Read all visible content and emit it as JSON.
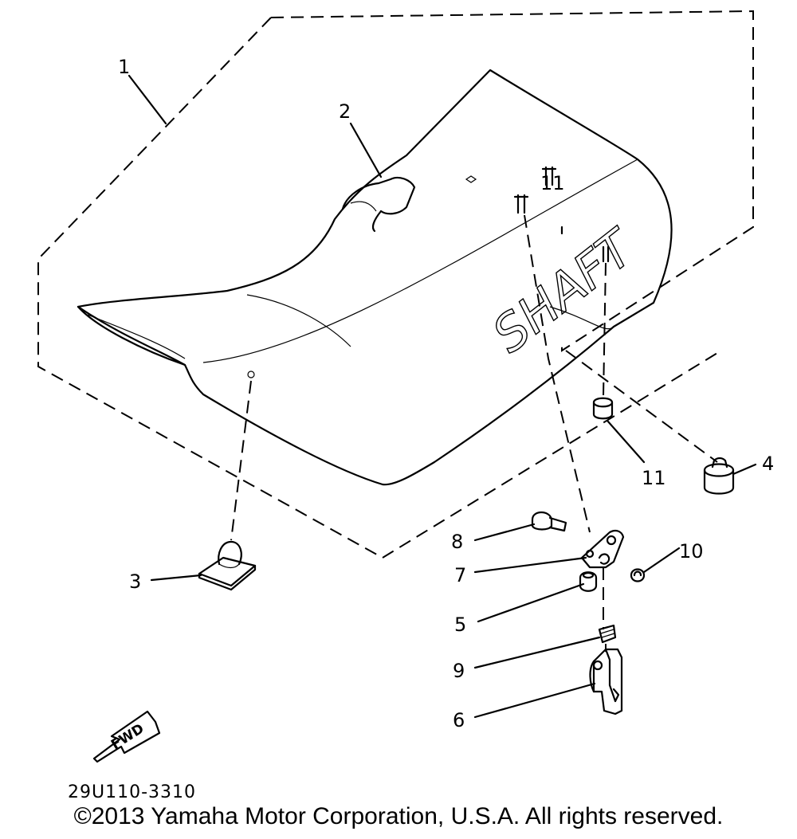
{
  "callouts": [
    "1",
    "2",
    "3",
    "4",
    "5",
    "6",
    "7",
    "8",
    "9",
    "10",
    "11",
    "11"
  ],
  "seat_text": "SHAFT",
  "fwd_label": "FWD",
  "drawing_code": "29U110-3310",
  "copyright": "©2013 Yamaha Motor Corporation, U.S.A. All rights reserved."
}
